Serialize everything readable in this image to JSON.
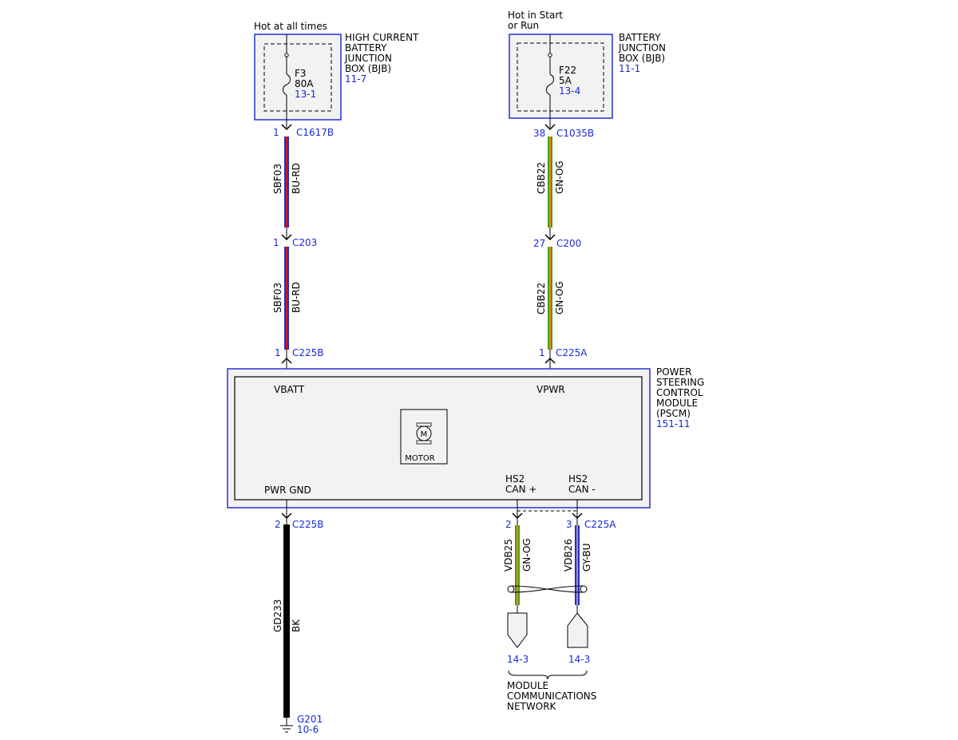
{
  "colors": {
    "frame_blue": "#2430d8",
    "ref_blue": "#1a2bd6",
    "box_fill": "#f2f2f2",
    "wire_blue": "#2a2ac8",
    "wire_red": "#d01818",
    "wire_green": "#4a9a1a",
    "wire_orange": "#f08a10",
    "wire_gray": "#9a9aa8",
    "wire_black": "#000000"
  },
  "left_circuit": {
    "power_label": "Hot at all times",
    "junction_box_lines": [
      "HIGH CURRENT",
      "BATTERY",
      "JUNCTION",
      "BOX (BJB)"
    ],
    "junction_box_ref": "11-7",
    "fuse": {
      "name": "F3",
      "rating": "80A",
      "ref": "13-1"
    },
    "c1": {
      "pin": "1",
      "connector": "C1617B"
    },
    "wire1": {
      "circuit": "SBF03",
      "color_code": "BU-RD"
    },
    "c2": {
      "pin": "1",
      "connector": "C203"
    },
    "wire2": {
      "circuit": "SBF03",
      "color_code": "BU-RD"
    },
    "c3": {
      "pin": "1",
      "connector": "C225B"
    }
  },
  "right_circuit": {
    "power_label_line1": "Hot in Start",
    "power_label_line2": "or Run",
    "junction_box_lines": [
      "BATTERY",
      "JUNCTION",
      "BOX (BJB)"
    ],
    "junction_box_ref": "11-1",
    "fuse": {
      "name": "F22",
      "rating": "5A",
      "ref": "13-4"
    },
    "c1": {
      "pin": "38",
      "connector": "C1035B"
    },
    "wire1": {
      "circuit": "CBB22",
      "color_code": "GN-OG"
    },
    "c2": {
      "pin": "27",
      "connector": "C200"
    },
    "wire2": {
      "circuit": "CBB22",
      "color_code": "GN-OG"
    },
    "c3": {
      "pin": "1",
      "connector": "C225A"
    }
  },
  "module": {
    "title_lines": [
      "POWER",
      "STEERING",
      "CONTROL",
      "MODULE",
      "(PSCM)"
    ],
    "ref": "151-11",
    "vbatt": "VBATT",
    "vpwr": "VPWR",
    "motor_symbol": "M",
    "motor_label": "MOTOR",
    "pwr_gnd": "PWR GND",
    "can_plus_line1": "HS2",
    "can_plus_line2": "CAN +",
    "can_minus_line1": "HS2",
    "can_minus_line2": "CAN -"
  },
  "ground": {
    "pin": "2",
    "connector": "C225B",
    "circuit": "GD233",
    "color_code": "BK",
    "ground_name": "G201",
    "ground_ref": "10-6"
  },
  "can": {
    "plus_pin": "2",
    "minus_pin": "3",
    "connector": "C225A",
    "plus_wire": {
      "circuit": "VDB25",
      "color_code": "GN-OG"
    },
    "minus_wire": {
      "circuit": "VDB26",
      "color_code": "GY-BU"
    },
    "plus_ref": "14-3",
    "minus_ref": "14-3",
    "network_lines": [
      "MODULE",
      "COMMUNICATIONS",
      "NETWORK"
    ]
  }
}
